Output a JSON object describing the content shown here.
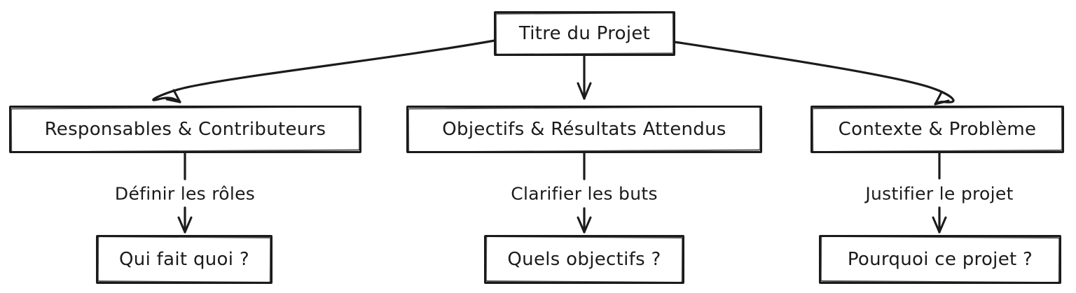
{
  "diagram": {
    "title_node": {
      "label": "Titre du Projet"
    },
    "branches": [
      {
        "node": "Responsables & Contributeurs",
        "edge_label": "Définir les rôles",
        "leaf": "Qui fait quoi ?"
      },
      {
        "node": "Objectifs & Résultats Attendus",
        "edge_label": "Clarifier les buts",
        "leaf": "Quels objectifs ?"
      },
      {
        "node": "Contexte & Problème",
        "edge_label": "Justifier le projet",
        "leaf": "Pourquoi ce projet ?"
      }
    ],
    "colors": {
      "stroke": "#1b1b1b",
      "background": "#ffffff"
    }
  }
}
